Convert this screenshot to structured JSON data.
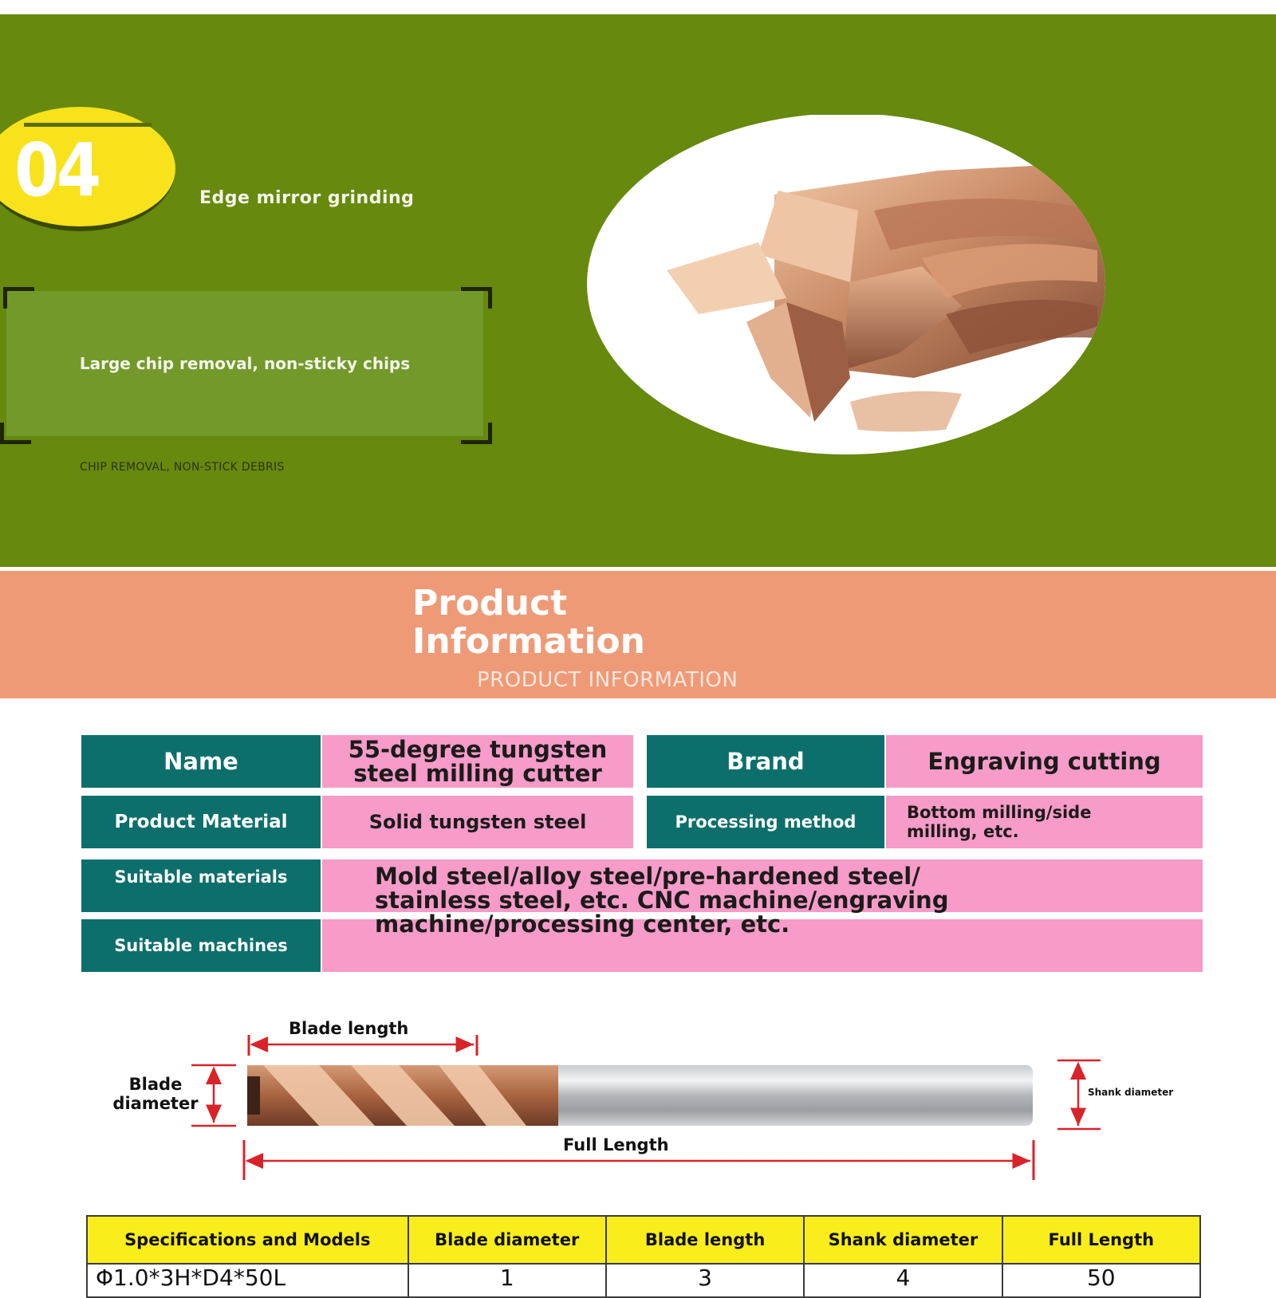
{
  "feature": {
    "number": "04",
    "title": "Edge mirror grinding",
    "description": "Large chip removal, non-sticky chips",
    "subtitle": "CHIP REMOVAL, NON-STICK DEBRIS"
  },
  "info_header": {
    "title_line1": "Product",
    "title_line2": "Information",
    "subtitle": "PRODUCT INFORMATION"
  },
  "info_table": {
    "name_label": "Name",
    "name_value_line1": "55-degree tungsten",
    "name_value_line2": "steel milling cutter",
    "brand_label": "Brand",
    "brand_value": "Engraving cutting",
    "material_label": "Product Material",
    "material_value": "Solid tungsten steel",
    "method_label": "Processing method",
    "method_value_line1": "Bottom milling/side",
    "method_value_line2": "milling, etc.",
    "suitable_materials_label": "Suitable materials",
    "suitable_machines_label": "Suitable machines",
    "suitable_value_line1": "Mold steel/alloy steel/pre-hardened steel/",
    "suitable_value_line2": "stainless steel, etc. CNC machine/engraving",
    "suitable_value_line3": "machine/processing center, etc."
  },
  "diagram": {
    "blade_length": "Blade length",
    "blade_diameter_line1": "Blade",
    "blade_diameter_line2": "diameter",
    "full_length": "Full Length",
    "shank_diameter": "Shank diameter"
  },
  "spec_table": {
    "headers": [
      "Specifications and Models",
      "Blade diameter",
      "Blade length",
      "Shank diameter",
      "Full Length"
    ],
    "rows": [
      [
        "Φ1.0*3H*D4*50L",
        "1",
        "3",
        "4",
        "50"
      ]
    ]
  },
  "colors": {
    "green": "#66890e",
    "salmon": "#ef9a77",
    "teal": "#0d6f6b",
    "pink": "#f79bc8",
    "yellow": "#f9ed1c",
    "red_dimension": "#d9232a"
  }
}
